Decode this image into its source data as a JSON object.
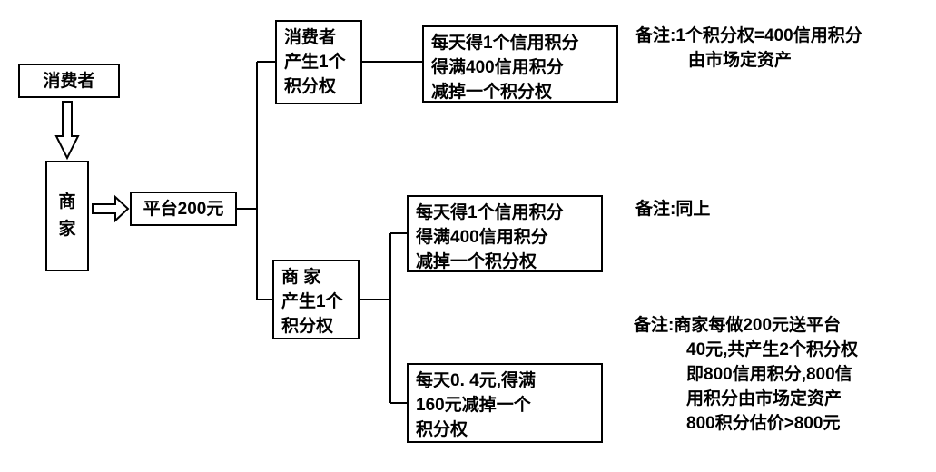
{
  "diagram": {
    "nodes": {
      "consumer": {
        "label": "消费者"
      },
      "merchant": {
        "lines": [
          "商",
          "家"
        ]
      },
      "platform": {
        "label": "平台200元"
      },
      "consumer_point": {
        "lines": [
          "消费者",
          "产生1个",
          "积分权"
        ]
      },
      "consumer_credit": {
        "lines": [
          "每天得1个信用积分",
          "得满400信用积分",
          "减掉一个积分权"
        ]
      },
      "merchant_point": {
        "lines": [
          "商  家",
          "产生1个",
          "积分权"
        ]
      },
      "merchant_credit": {
        "lines": [
          "每天得1个信用积分",
          "得满400信用积分",
          "减掉一个积分权"
        ]
      },
      "merchant_cash": {
        "lines": [
          "每天0. 4元,得满",
          "160元减掉一个",
          "积分权"
        ]
      }
    },
    "notes": {
      "note1": {
        "lines": [
          "备注:1个积分权=400信用积分",
          "由市场定资产"
        ]
      },
      "note2": {
        "lines": [
          "备注:同上"
        ]
      },
      "note3": {
        "lines": [
          "备注:商家每做200元送平台",
          "40元,共产生2个积分权",
          "即800信用积分,800信",
          "用积分由市场定资产",
          "800积分估价>800元"
        ]
      }
    },
    "colors": {
      "line": "#000000",
      "background": "#ffffff"
    }
  }
}
